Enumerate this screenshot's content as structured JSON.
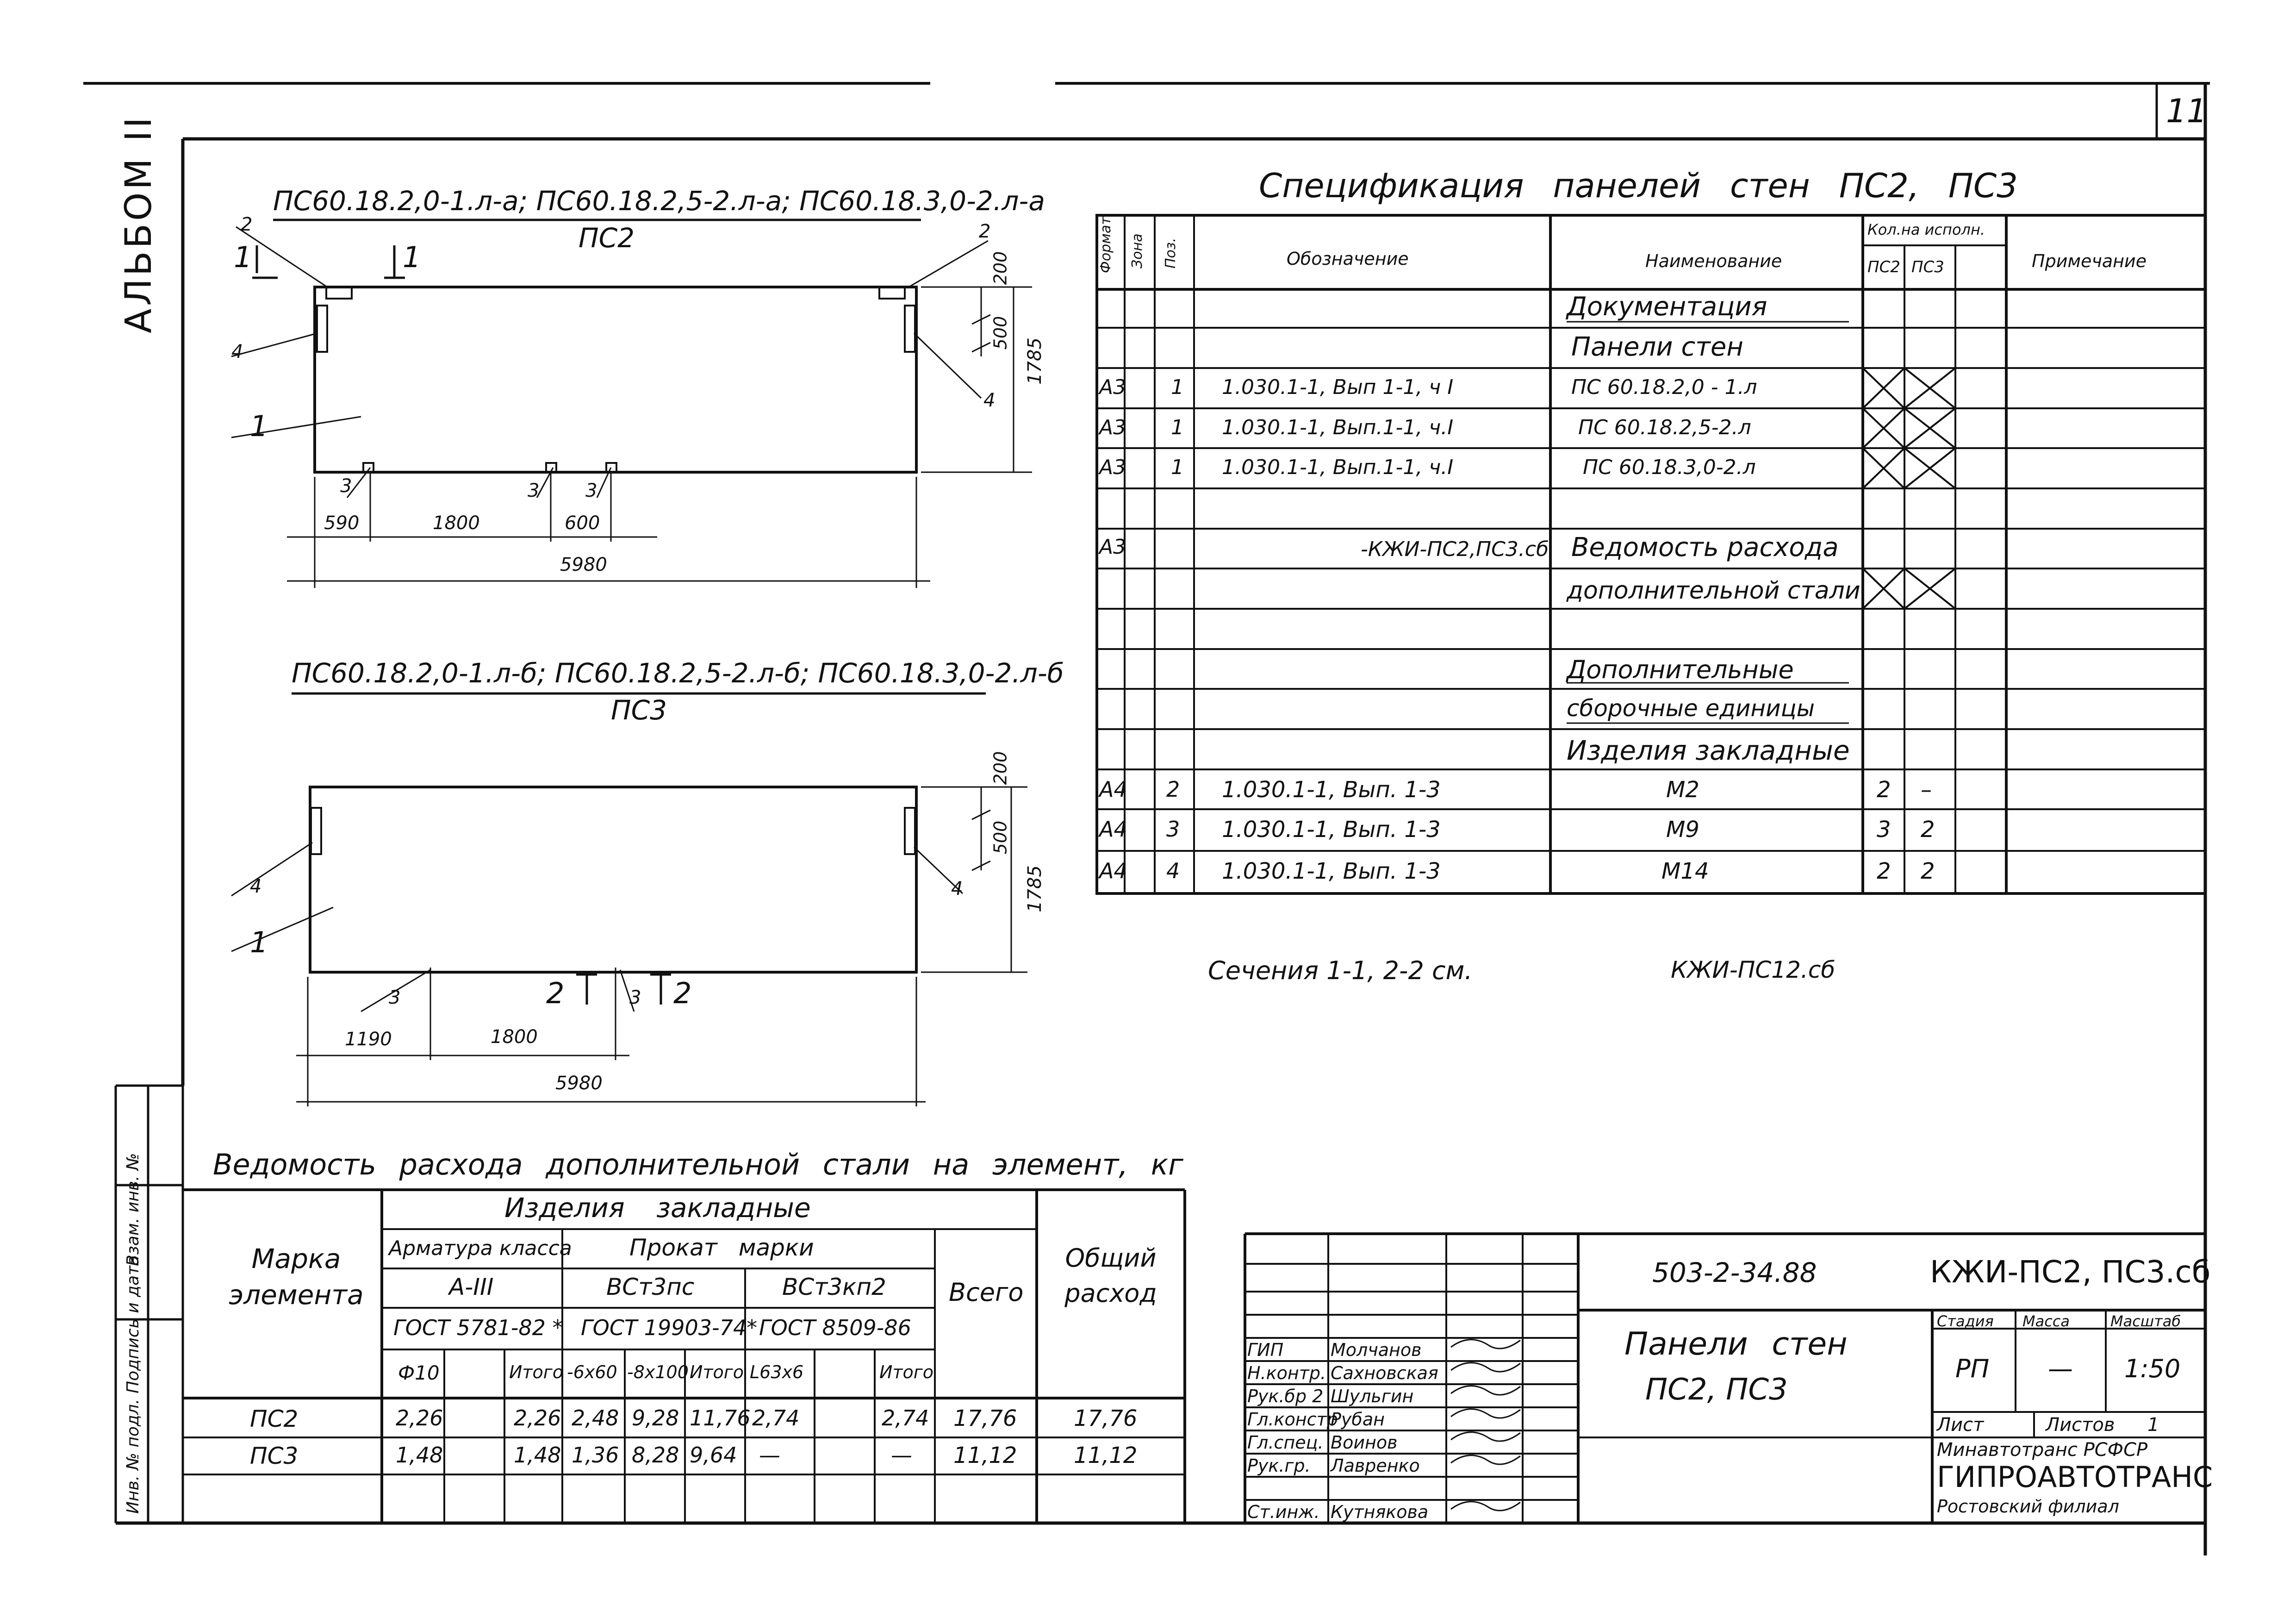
{
  "sheet_number": "11",
  "album_label": "АЛЬБОМ II",
  "ps2": {
    "marks": "ПС60.18.2,0-1.л-а; ПС60.18.2,5-2.л-а; ПС60.18.3,0-2.л-а",
    "name": "ПС2",
    "dims": {
      "top": "200",
      "mid": "500",
      "height": "1785",
      "d1": "590",
      "d2": "1800",
      "d3": "600",
      "total": "5980"
    },
    "callouts": [
      "2",
      "2",
      "1",
      "1",
      "4",
      "4",
      "1",
      "3",
      "3",
      "3"
    ]
  },
  "ps3": {
    "marks": "ПС60.18.2,0-1.л-б; ПС60.18.2,5-2.л-б; ПС60.18.3,0-2.л-б",
    "name": "ПС3",
    "dims": {
      "top": "200",
      "mid": "500",
      "height": "1785",
      "d1": "1190",
      "d2": "1800",
      "total": "5980"
    },
    "callouts": [
      "4",
      "4",
      "1",
      "3",
      "3",
      "2",
      "2"
    ]
  },
  "spec": {
    "title": "Спецификация панелей стен ПС2, ПС3",
    "headers": {
      "format": "Формат",
      "zone": "Зона",
      "pos": "Поз.",
      "designation": "Обозначение",
      "name": "Наименование",
      "qty": "Кол.на исполн.",
      "ps2": "ПС2",
      "ps3": "ПС3",
      "note": "Примечание"
    },
    "rows": [
      {
        "format": "",
        "pos": "",
        "designation": "",
        "name": "Документация",
        "ps2": "",
        "ps3": ""
      },
      {
        "format": "",
        "pos": "",
        "designation": "",
        "name": "Панели стен",
        "ps2": "",
        "ps3": ""
      },
      {
        "format": "А3",
        "pos": "1",
        "designation": "1.030.1-1, Вып 1-1, ч I",
        "name": "ПС 60.18.2,0 - 1.л",
        "ps2": "",
        "ps3": ""
      },
      {
        "format": "А3",
        "pos": "1",
        "designation": "1.030.1-1, Вып.1-1, ч.I",
        "name": "ПС 60.18.2,5-2.л",
        "ps2": "",
        "ps3": ""
      },
      {
        "format": "А3",
        "pos": "1",
        "designation": "1.030.1-1, Вып.1-1, ч.I",
        "name": "ПС 60.18.3,0-2.л",
        "ps2": "",
        "ps3": ""
      },
      {
        "format": "",
        "pos": "",
        "designation": "",
        "name": "",
        "ps2": "",
        "ps3": ""
      },
      {
        "format": "А3",
        "pos": "",
        "designation": "-КЖИ-ПС2,ПС3.сб",
        "name": "Ведомость расхода",
        "ps2": "",
        "ps3": ""
      },
      {
        "format": "",
        "pos": "",
        "designation": "",
        "name": "дополнительной стали",
        "ps2": "",
        "ps3": ""
      },
      {
        "format": "",
        "pos": "",
        "designation": "",
        "name": "",
        "ps2": "",
        "ps3": ""
      },
      {
        "format": "",
        "pos": "",
        "designation": "",
        "name": "Дополнительные",
        "ps2": "",
        "ps3": ""
      },
      {
        "format": "",
        "pos": "",
        "designation": "",
        "name": "сборочные единицы",
        "ps2": "",
        "ps3": ""
      },
      {
        "format": "",
        "pos": "",
        "designation": "",
        "name": "Изделия закладные",
        "ps2": "",
        "ps3": ""
      },
      {
        "format": "А4",
        "pos": "2",
        "designation": "1.030.1-1, Вып. 1-3",
        "name": "М2",
        "ps2": "2",
        "ps3": "–"
      },
      {
        "format": "А4",
        "pos": "3",
        "designation": "1.030.1-1, Вып. 1-3",
        "name": "М9",
        "ps2": "3",
        "ps3": "2"
      },
      {
        "format": "А4",
        "pos": "4",
        "designation": "1.030.1-1, Вып. 1-3",
        "name": "М14",
        "ps2": "2",
        "ps3": "2"
      }
    ]
  },
  "sections_note": "Сечения 1-1, 2-2 см.",
  "sections_ref": "КЖИ-ПС12.сб",
  "steel": {
    "title": "Ведомость расхода дополнительной стали на элемент, кг",
    "mark_header": "Марка элемента",
    "embedded": "Изделия закладные",
    "rebar": "Арматура класса",
    "rolled": "Прокат марки",
    "a3": "А-III",
    "vst3ps": "ВСт3пс",
    "vst3kp2": "ВСт3кп2",
    "gost1": "ГОСТ 5781-82 *",
    "gost2": "ГОСТ 19903-74*",
    "gost3": "ГОСТ 8509-86",
    "total": "Всего",
    "overall": "Общий расход",
    "subs": [
      "Ф10",
      "",
      "Итого",
      "-6х60",
      "-8х100",
      "Итого",
      "L63х6",
      "",
      "Итого"
    ],
    "rows": [
      {
        "mark": "ПС2",
        "vals": [
          "2,26",
          "",
          "2,26",
          "2,48",
          "9,28",
          "11,76",
          "2,74",
          "",
          "2,74"
        ],
        "total": "17,76",
        "overall": "17,76"
      },
      {
        "mark": "ПС3",
        "vals": [
          "1,48",
          "",
          "1,48",
          "1,36",
          "8,28",
          "9,64",
          "—",
          "",
          "—"
        ],
        "total": "11,12",
        "overall": "11,12"
      }
    ]
  },
  "side_stamp": [
    "Инв. № подл.",
    "Подпись и дата",
    "Взам. инв. №"
  ],
  "title_block": {
    "project": "503-2-34.88",
    "code": "КЖИ-ПС2, ПС3.сб",
    "title": "Панели стен",
    "subtitle": "ПС2, ПС3",
    "stage_label": "Стадия",
    "mass_label": "Масса",
    "scale_label": "Масштаб",
    "stage": "РП",
    "mass": "—",
    "scale": "1:50",
    "sheet_label": "Лист",
    "sheets_label": "Листов",
    "sheets": "1",
    "org1": "Минавтотранс РСФСР",
    "org2": "ГИПРОАВТОТРАНС",
    "org3": "Ростовский филиал",
    "people": [
      {
        "role": "ГИП",
        "name": "Молчанов"
      },
      {
        "role": "Н.контр.",
        "name": "Сахновская"
      },
      {
        "role": "Рук.бр 2",
        "name": "Шульгин"
      },
      {
        "role": "Гл.констр",
        "name": "Рубан"
      },
      {
        "role": "Гл.спец.",
        "name": "Воинов"
      },
      {
        "role": "Рук.гр.",
        "name": "Лавренко"
      },
      {
        "role": "Ст.инж.",
        "name": "Кутнякова"
      }
    ]
  }
}
